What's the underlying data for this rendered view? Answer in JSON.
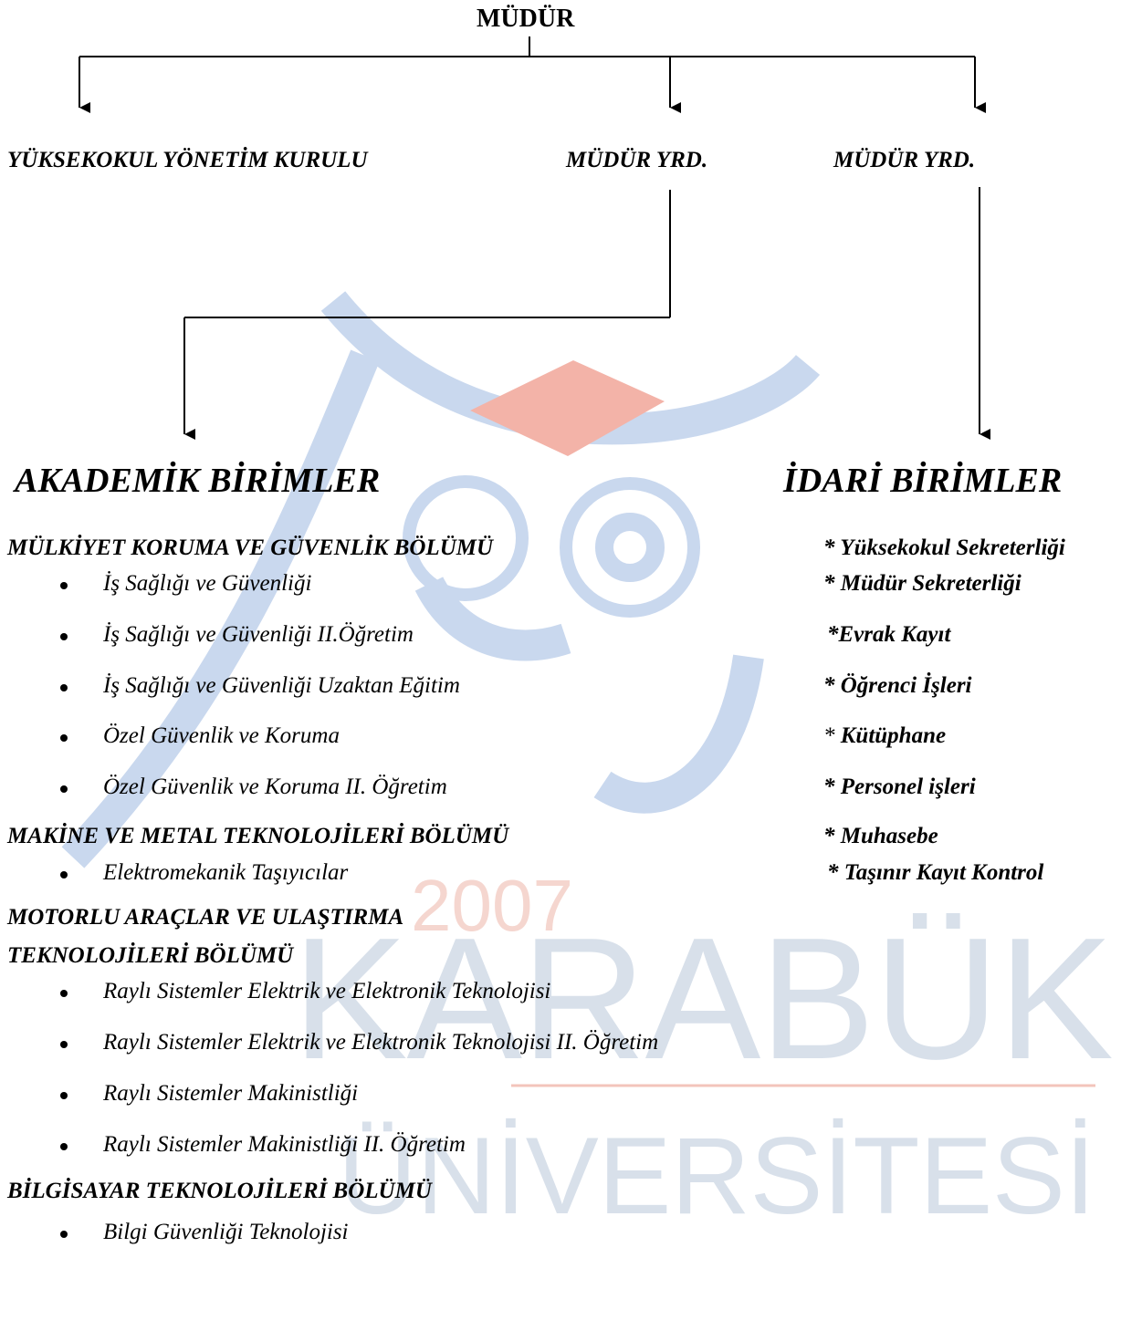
{
  "root": "MÜDÜR",
  "level1": {
    "board": "YÜKSEKOKUL YÖNETİM KURULU",
    "deputy_1": "MÜDÜR YRD.",
    "deputy_2": "MÜDÜR YRD."
  },
  "units": {
    "academic": "AKADEMİK BİRİMLER",
    "administrative": "İDARİ BİRİMLER"
  },
  "academic": {
    "dept_1": {
      "name": "MÜLKİYET KORUMA VE GÜVENLİK BÖLÜMÜ",
      "programs": [
        "İş Sağlığı ve Güvenliği",
        "İş Sağlığı ve Güvenliği II.Öğretim",
        "İş Sağlığı ve Güvenliği Uzaktan Eğitim",
        "Özel Güvenlik ve Koruma",
        "Özel Güvenlik ve Koruma II. Öğretim"
      ]
    },
    "dept_2": {
      "name": "MAKİNE VE METAL TEKNOLOJİLERİ BÖLÜMÜ",
      "programs": [
        "Elektromekanik Taşıyıcılar"
      ]
    },
    "dept_3": {
      "name_line_1": "MOTORLU ARAÇLAR VE ULAŞTIRMA",
      "name_line_2": "TEKNOLOJİLERİ BÖLÜMÜ",
      "programs": [
        "Raylı Sistemler Elektrik ve Elektronik Teknolojisi",
        "Raylı Sistemler Elektrik ve Elektronik Teknolojisi II. Öğretim",
        "Raylı Sistemler Makinistliği",
        "Raylı Sistemler Makinistliği II. Öğretim"
      ]
    },
    "dept_4": {
      "name": "BİLGİSAYAR TEKNOLOJİLERİ BÖLÜMÜ",
      "programs": [
        "Bilgi Güvenliği Teknolojisi"
      ]
    }
  },
  "administrative": {
    "items": [
      "* Yüksekokul Sekreterliği",
      "* Müdür Sekreterliği",
      "*Evrak Kayıt",
      "* Öğrenci İşleri",
      "Kütüphane",
      "* Personel işleri",
      "* Muhasebe",
      "* Taşınır Kayıt Kontrol"
    ],
    "library_star": "* "
  },
  "watermark": {
    "year": "2007",
    "word_1": "KARABÜK",
    "word_2": "ÜNİVERSİTESİ",
    "colors": {
      "blue": "#c9d8ee",
      "red": "#f3b3a8",
      "text": "#d3dbe6"
    }
  },
  "colors": {
    "line": "#000000",
    "text": "#000000",
    "background": "#ffffff"
  }
}
